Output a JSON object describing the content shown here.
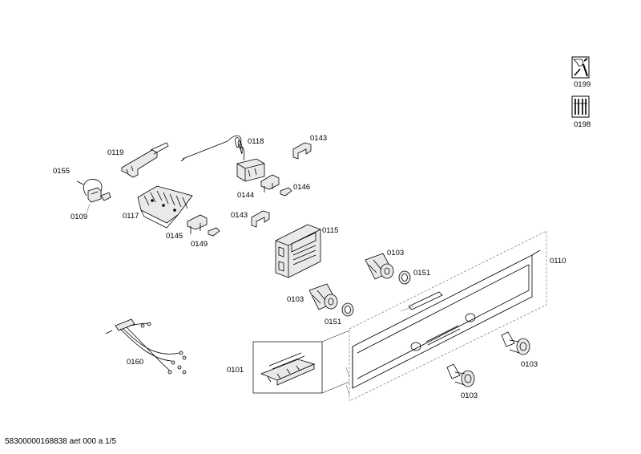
{
  "labels": {
    "p0199": "0199",
    "p0198": "0198",
    "p0119": "0119",
    "p0118": "0118",
    "p0143a": "0143",
    "p0155": "0155",
    "p0144": "0144",
    "p0146": "0146",
    "p0109": "0109",
    "p0117": "0117",
    "p0143b": "0143",
    "p0145": "0145",
    "p0149": "0149",
    "p0115": "0115",
    "p0103a": "0103",
    "p0110": "0110",
    "p0151a": "0151",
    "p0103b": "0103",
    "p0151b": "0151",
    "p0160": "0160",
    "p0101": "0101",
    "p0103c": "0103",
    "p0103d": "0103"
  },
  "footer": {
    "doc_id": "58300000168838 aet 000 a 1/5"
  },
  "icons": {
    "tool_icon": "wrench-icon",
    "kit_icon": "tools-kit-icon"
  }
}
